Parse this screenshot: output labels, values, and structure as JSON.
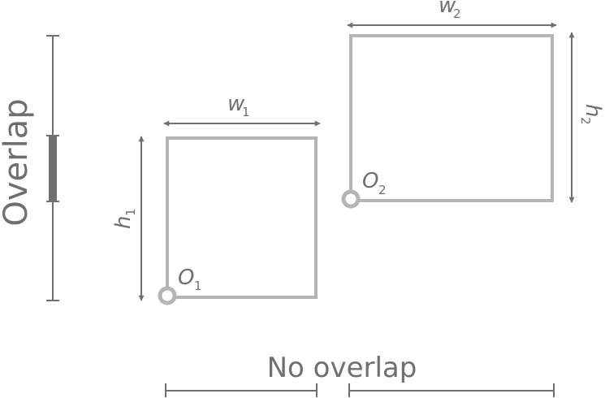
{
  "labels": {
    "overlap": "Overlap",
    "no_overlap": "No overlap",
    "w1": "w",
    "w1_sub": "1",
    "h1": "h",
    "h1_sub": "1",
    "o1": "O",
    "o1_sub": "1",
    "w2": "w",
    "w2_sub": "2",
    "h2": "h",
    "h2_sub": "2",
    "o2": "O",
    "o2_sub": "2"
  },
  "colors": {
    "rect_stroke": "#b5b5b5",
    "line": "#6f6f6f",
    "overlap_bar": "#6f6f6f"
  }
}
